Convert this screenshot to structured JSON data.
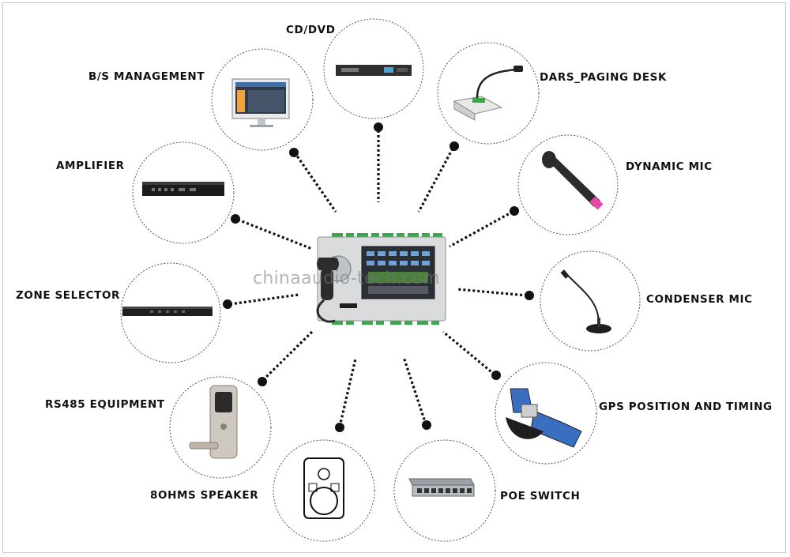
{
  "diagram": {
    "hub": {
      "name": "central-controller"
    },
    "watermark": "chinaaudio-tech.com",
    "nodes": [
      {
        "id": "cd-dvd",
        "label": "CD/DVD",
        "icon": "dvd-player-icon"
      },
      {
        "id": "dars-paging-desk",
        "label": "DARS_PAGING DESK",
        "icon": "paging-desk-icon"
      },
      {
        "id": "dynamic-mic",
        "label": "DYNAMIC MIC",
        "icon": "dynamic-mic-icon"
      },
      {
        "id": "condenser-mic",
        "label": "CONDENSER MIC",
        "icon": "condenser-mic-icon"
      },
      {
        "id": "gps",
        "label": "GPS POSITION AND TIMING",
        "icon": "satellite-icon"
      },
      {
        "id": "poe-switch",
        "label": "POE SWITCH",
        "icon": "network-switch-icon"
      },
      {
        "id": "speaker",
        "label": "8OHMS SPEAKER",
        "icon": "speaker-icon"
      },
      {
        "id": "rs485",
        "label": "RS485 EQUIPMENT",
        "icon": "door-lock-icon"
      },
      {
        "id": "zone-selector",
        "label": "ZONE SELECTOR",
        "icon": "rack-unit-icon"
      },
      {
        "id": "amplifier",
        "label": "AMPLIFIER",
        "icon": "amplifier-icon"
      },
      {
        "id": "bs-management",
        "label": "B/S MANAGEMENT",
        "icon": "monitor-icon"
      }
    ]
  }
}
